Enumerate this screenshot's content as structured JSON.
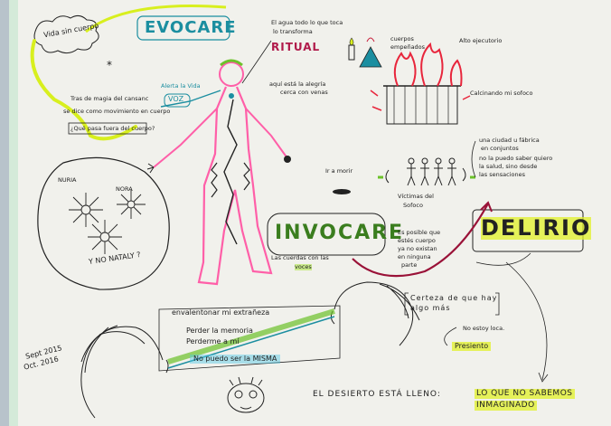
{
  "colors": {
    "paper": "#f1f1ec",
    "ink": "#222222",
    "teal": "#1b8ea0",
    "green": "#6cc22a",
    "yellow": "#e0f028",
    "pink": "#ff5fa8",
    "red": "#c81e3a",
    "maroon": "#9a1238"
  },
  "cloud": {
    "label": "Vida sin cuerpo"
  },
  "title": {
    "evocare": "EVOCARE",
    "invocare": "INVOCARE",
    "delirio": "DELIRIO"
  },
  "figure": {
    "tag": "Alerta la Vida",
    "voz": "VOZ"
  },
  "left_notes": {
    "line1": "Tras de magia del cansanc",
    "line2": "se dice como movimiento en cuerpo",
    "question": "¿Qué pasa fuera del cuerpo?"
  },
  "top_middle": {
    "line1": "El agua todo lo que toca",
    "line2": "lo transforma",
    "ritual": "RITUAL",
    "alegria1": "aquí está la alegría",
    "alegria2": "cerca con venas"
  },
  "top_right": {
    "cuerpos1": "cuerpos",
    "cuerpos2": "empeñados",
    "alto": "Alto ejecutorio",
    "calcinando": "Calcinando mi sofoco"
  },
  "right_notes": {
    "line1": "una ciudad u fábrica",
    "line2": "en conjuntos",
    "line3": "no la puedo saber quiero",
    "line4": "la salud, sino desde",
    "line5": "las sensaciones"
  },
  "victims": {
    "line1": "Víctimas del",
    "line2": "Sofoco",
    "ir": "Ir a morir"
  },
  "invocare_notes": {
    "line1": "Es posible que",
    "line2": "estés cuerpo",
    "line3": "ya no existan",
    "line4": "en ninguna",
    "line5": "parte",
    "voces1": "Las cuerdas con las",
    "voces2": "voces"
  },
  "circle": {
    "n1": "NURIA",
    "n2": "NORA",
    "n3": "Y NO NATALY ?"
  },
  "bottom": {
    "extraneza": "envalentonar mi extrañeza",
    "perder1": "Perder la memoria",
    "perder2": "Perderme a mí",
    "misma": "No puedo ser la MISMA",
    "certeza1": "Certeza de que hay",
    "certeza2": "algo más",
    "loca": "No estoy loca.",
    "presiento": "Presiento",
    "date1": "Sept 2015",
    "date2": "Oct. 2016",
    "desierto": "EL DESIERTO ESTÁ LLENO:",
    "lo_que": "LO QUE NO SABEMOS",
    "inmaginado": "INMAGINADO"
  }
}
